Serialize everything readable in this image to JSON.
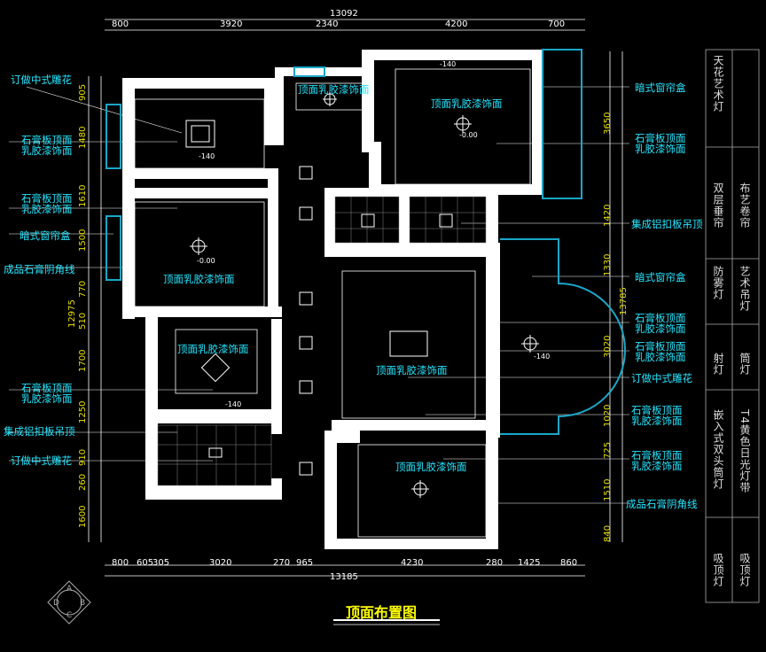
{
  "title": "顶面布置图",
  "top_dims": {
    "total": "13092",
    "segments": [
      "800",
      "3920",
      "2340",
      "4200",
      "700"
    ]
  },
  "bottom_dims": {
    "total": "13185",
    "segments": [
      "800",
      "605",
      "305",
      "3020",
      "270",
      "965",
      "4230",
      "280",
      "1425",
      "860"
    ]
  },
  "left_dims": {
    "total": "12975",
    "segments": [
      "905",
      "1480",
      "1610",
      "1500",
      "770",
      "510",
      "1700",
      "1250",
      "910",
      "260",
      "1600"
    ]
  },
  "right_dims": {
    "total": "13785",
    "segments": [
      "3650",
      "1420",
      "1330",
      "3020",
      "1020",
      "725",
      "1510",
      "840"
    ]
  },
  "left_labels": [
    [
      "订做中式雕花"
    ],
    [
      "石膏板顶面",
      "乳胶漆饰面"
    ],
    [
      "石膏板顶面",
      "乳胶漆饰面"
    ],
    [
      "暗式窗帘盒"
    ],
    [
      "成品石膏阴角线"
    ],
    [
      "石膏板顶面",
      "乳胶漆饰面"
    ],
    [
      "集成铝扣板吊顶"
    ],
    [
      "订做中式雕花"
    ]
  ],
  "right_labels": [
    [
      "暗式窗帘盒"
    ],
    [
      "石膏板顶面",
      "乳胶漆饰面"
    ],
    [
      "集成铝扣板吊顶"
    ],
    [
      "暗式窗帘盒"
    ],
    [
      "石膏板顶面",
      "乳胶漆饰面"
    ],
    [
      "石膏板顶面",
      "乳胶漆饰面"
    ],
    [
      "订做中式雕花"
    ],
    [
      "石膏板顶面",
      "乳胶漆饰面"
    ],
    [
      "石膏板顶面",
      "乳胶漆饰面"
    ],
    [
      "成品石膏阴角线"
    ]
  ],
  "room_labels": [
    "顶面乳胶漆饰面",
    "顶面乳胶漆饰面",
    "顶面乳胶漆饰面",
    "顶面乳胶漆饰面",
    "顶面乳胶漆饰面",
    "顶面乳胶漆饰面"
  ],
  "elevations": [
    "-140",
    "-0.00"
  ],
  "legend": [
    "天花艺术灯",
    "双层垂帘",
    "布艺卷帘",
    "防雾灯",
    "艺术吊灯",
    "射灯",
    "筒灯",
    "嵌入式双头筒灯",
    "T4黄色日光灯带",
    "吸顶灯",
    "吸顶灯"
  ],
  "compass": [
    "A",
    "B",
    "C",
    "D"
  ],
  "colors": {
    "wall": "#ffffff",
    "label": "#25e6ff",
    "dim_v": "#e8e000",
    "title": "#ffff00",
    "window": "#1aa7c8"
  }
}
